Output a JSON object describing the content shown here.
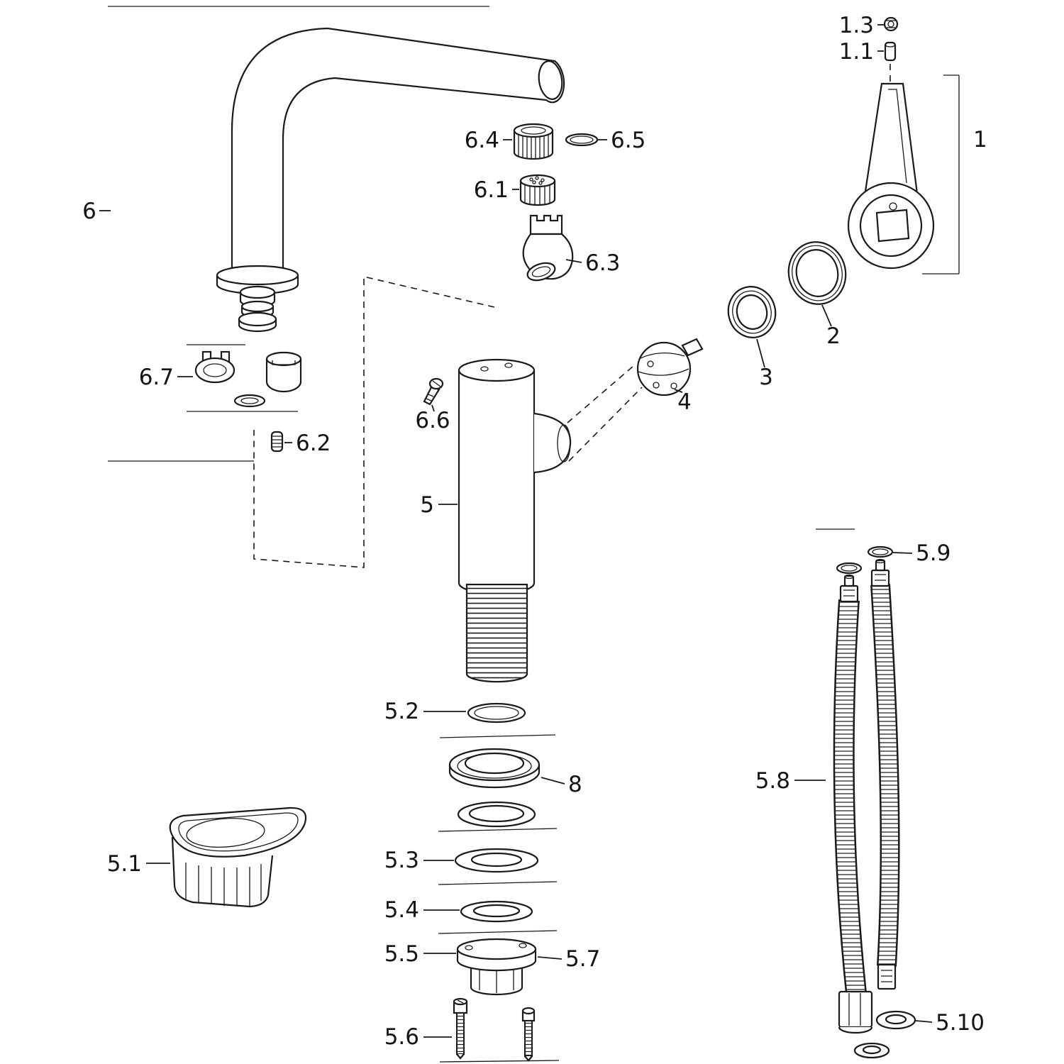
{
  "diagram": {
    "kind": "exploded-parts-diagram",
    "colors": {
      "line": "#1a1a1a",
      "background": "#ffffff"
    }
  },
  "labels": {
    "p6": "6",
    "p6_1": "6.1",
    "p6_2": "6.2",
    "p6_3": "6.3",
    "p6_4": "6.4",
    "p6_5": "6.5",
    "p6_6": "6.6",
    "p6_7": "6.7",
    "p1": "1",
    "p1_1": "1.1",
    "p1_3": "1.3",
    "p2": "2",
    "p3": "3",
    "p4": "4",
    "p5": "5",
    "p5_1": "5.1",
    "p5_2": "5.2",
    "p5_3": "5.3",
    "p5_4": "5.4",
    "p5_5": "5.5",
    "p5_6": "5.6",
    "p5_7": "5.7",
    "p5_8": "5.8",
    "p5_9": "5.9",
    "p5_10": "5.10",
    "p8": "8"
  }
}
